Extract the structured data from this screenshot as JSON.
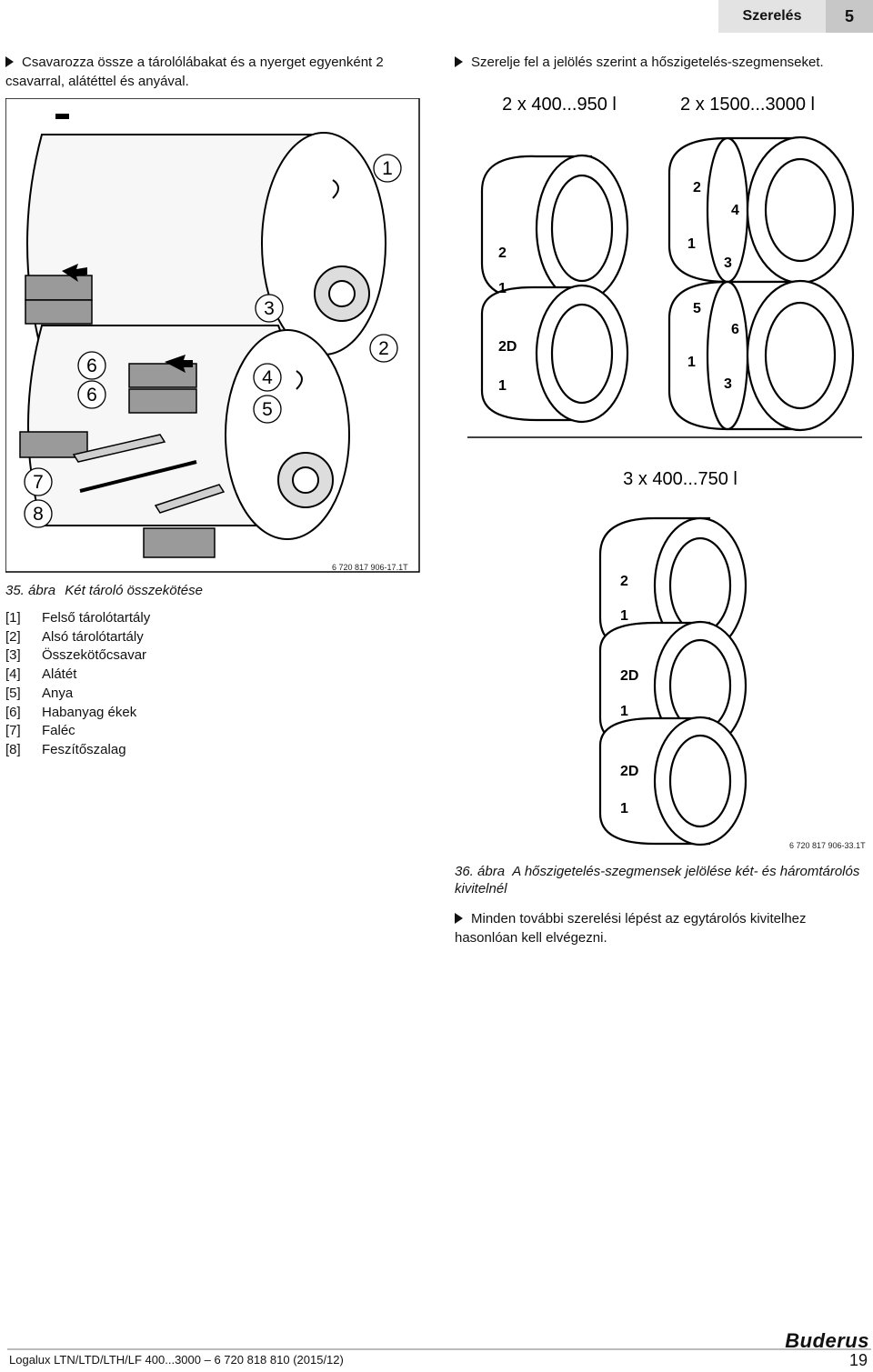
{
  "header": {
    "section": "Szerelés",
    "chapter_number": "5"
  },
  "left_column": {
    "step_text": "Csavarozza össze a tárolólábakat és a nyerget egyenként 2 csavarral, alátéttel és anyával.",
    "figure_code": "6 720 817 906-17.1T",
    "callouts": {
      "c1": "1",
      "c2": "2",
      "c3": "3",
      "c4": "4",
      "c5": "5",
      "c6a": "6",
      "c6b": "6",
      "c7": "7",
      "c8": "8"
    },
    "caption_number": "35. ábra",
    "caption_text": "Két tároló összekötése",
    "legend": [
      {
        "num": "[1]",
        "label": "Felső tárolótartály"
      },
      {
        "num": "[2]",
        "label": "Alsó tárolótartály"
      },
      {
        "num": "[3]",
        "label": "Összekötőcsavar"
      },
      {
        "num": "[4]",
        "label": "Alátét"
      },
      {
        "num": "[5]",
        "label": "Anya"
      },
      {
        "num": "[6]",
        "label": "Habanyag ékek"
      },
      {
        "num": "[7]",
        "label": "Faléc"
      },
      {
        "num": "[8]",
        "label": "Feszítőszalag"
      }
    ]
  },
  "right_column": {
    "step_text": "Szerelje fel a jelölés szerint a hőszigetelés-szegmenseket.",
    "figure_code": "6 720 817 906-33.1T",
    "group_a_title": "2 x 400...950 l",
    "group_b_title": "2 x 1500...3000 l",
    "group_c_title": "3 x 400...750 l",
    "group_a_labels": {
      "top": "2",
      "mid1": "1",
      "mid2": "2D",
      "bot": "1"
    },
    "group_b_labels": {
      "l1": "2",
      "l2": "4",
      "l3": "1",
      "l4": "3",
      "l5": "5",
      "l6": "6",
      "l7": "1",
      "l8": "3"
    },
    "group_c_labels": {
      "a": "2",
      "b": "1",
      "c": "2D",
      "d": "1",
      "e": "2D",
      "f": "1"
    },
    "caption_number": "36. ábra",
    "caption_text": "A hőszigetelés-szegmensek jelölése két- és háromtárolós kivitelnél",
    "final_step": "Minden további szerelési lépést az egytárolós kivitelhez hasonlóan kell elvégezni."
  },
  "footer": {
    "doc_title": "Logalux LTN/LTD/LTH/LF 400...3000 – 6 720 818 810 (2015/12)",
    "brand": "Buderus",
    "page_number": "19"
  }
}
